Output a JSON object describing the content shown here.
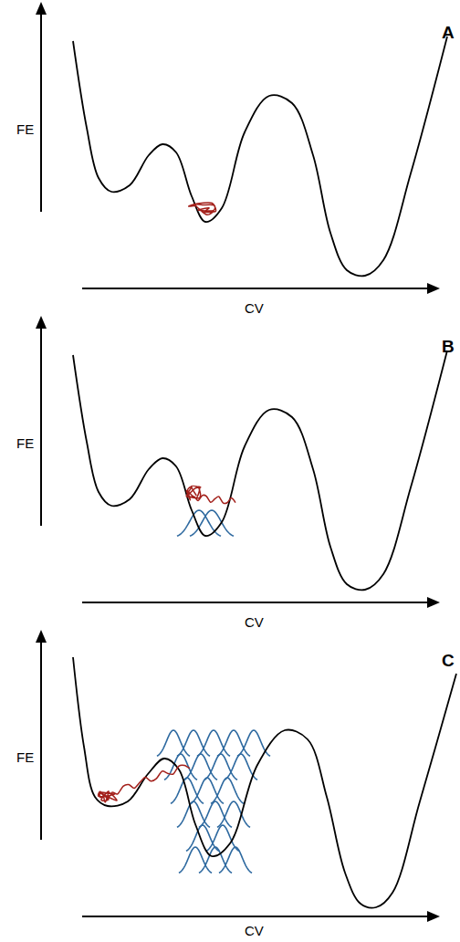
{
  "diagram": {
    "labels": [
      "A",
      "FE",
      "CV",
      "B",
      "FE",
      "CV",
      "C",
      "FE",
      "CV"
    ]
  }
}
